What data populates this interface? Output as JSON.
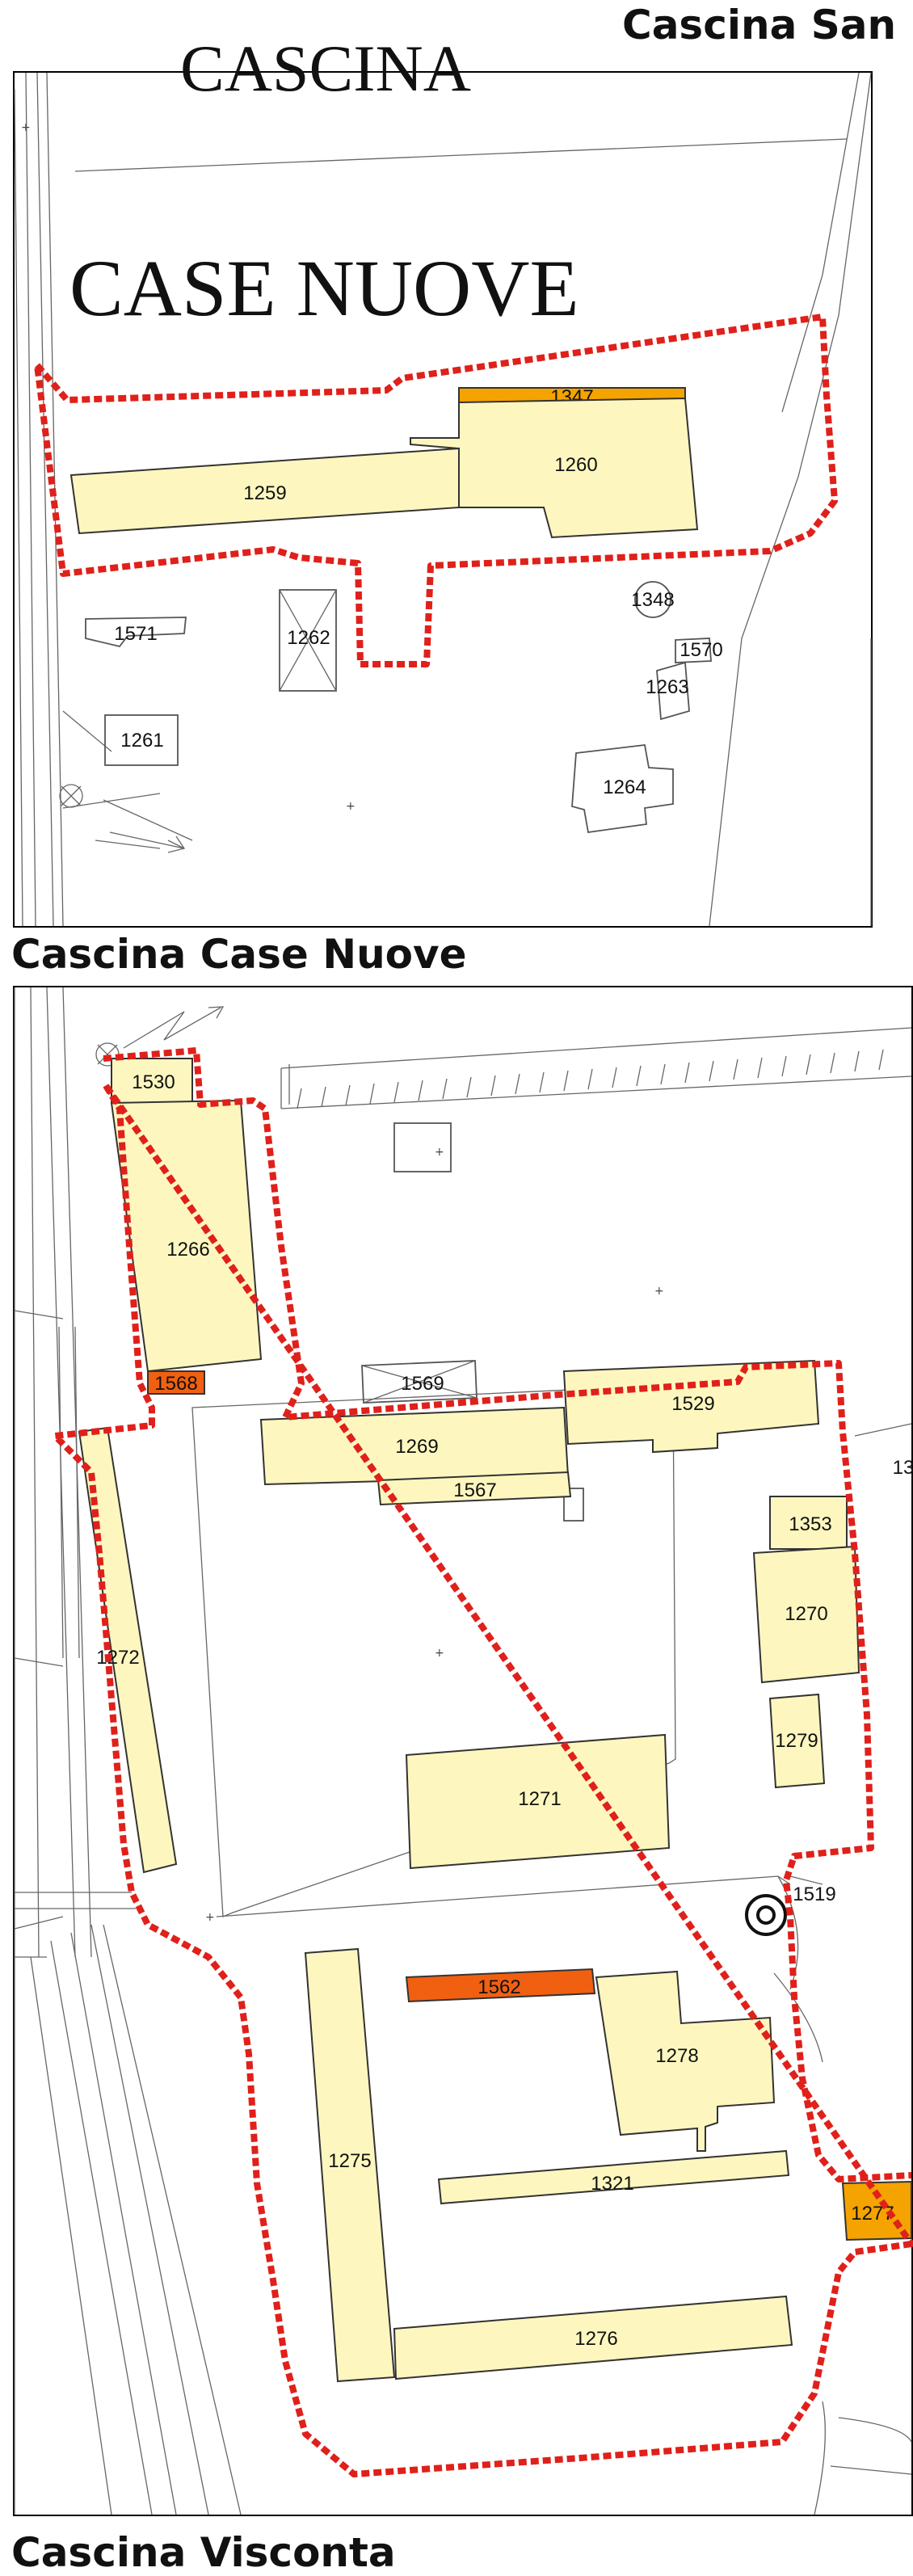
{
  "headings": {
    "top": "Cascina San",
    "middle": "Cascina Case Nuove",
    "bottom": "Cascina Visconta"
  },
  "map1": {
    "place_line1": "CASCINA",
    "place_line2": "CASE NUOVE",
    "labels": {
      "b1347": "1347",
      "b1260": "1260",
      "b1259": "1259",
      "b1348": "1348",
      "b1571": "1571",
      "b1262": "1262",
      "b1570": "1570",
      "b1263": "1263",
      "b1261": "1261",
      "b1264": "1264"
    }
  },
  "map2": {
    "labels": {
      "b1530": "1530",
      "b1266": "1266",
      "b1568": "1568",
      "b1569": "1569",
      "b1529": "1529",
      "b1269": "1269",
      "b1567": "1567",
      "b13x": "13",
      "b1353": "1353",
      "b1270": "1270",
      "b1272": "1272",
      "b1279": "1279",
      "b1271": "1271",
      "b1519": "1519",
      "b1562": "1562",
      "b1278": "1278",
      "b1275": "1275",
      "b1321": "1321",
      "b1277": "1277",
      "b1276": "1276"
    }
  },
  "colors": {
    "building_fill": "#fdf7bf",
    "orange_fill": "#f5a300",
    "red_fill": "#f06010",
    "boundary": "#e0201a"
  }
}
